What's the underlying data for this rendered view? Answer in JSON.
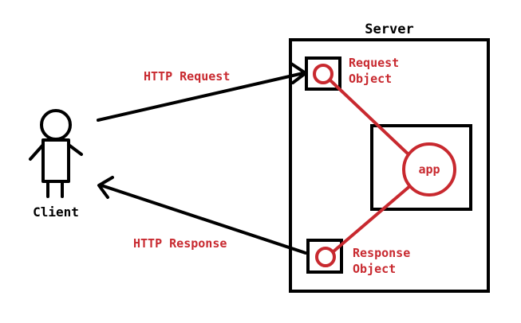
{
  "labels": {
    "server": "Server",
    "client": "Client",
    "http_request": "HTTP Request",
    "http_response": "HTTP Response",
    "request_object": [
      "Request",
      "Object"
    ],
    "response_object": [
      "Response",
      "Object"
    ],
    "app": "app"
  },
  "colors": {
    "ink": "#000000",
    "accent": "#c8292f"
  }
}
